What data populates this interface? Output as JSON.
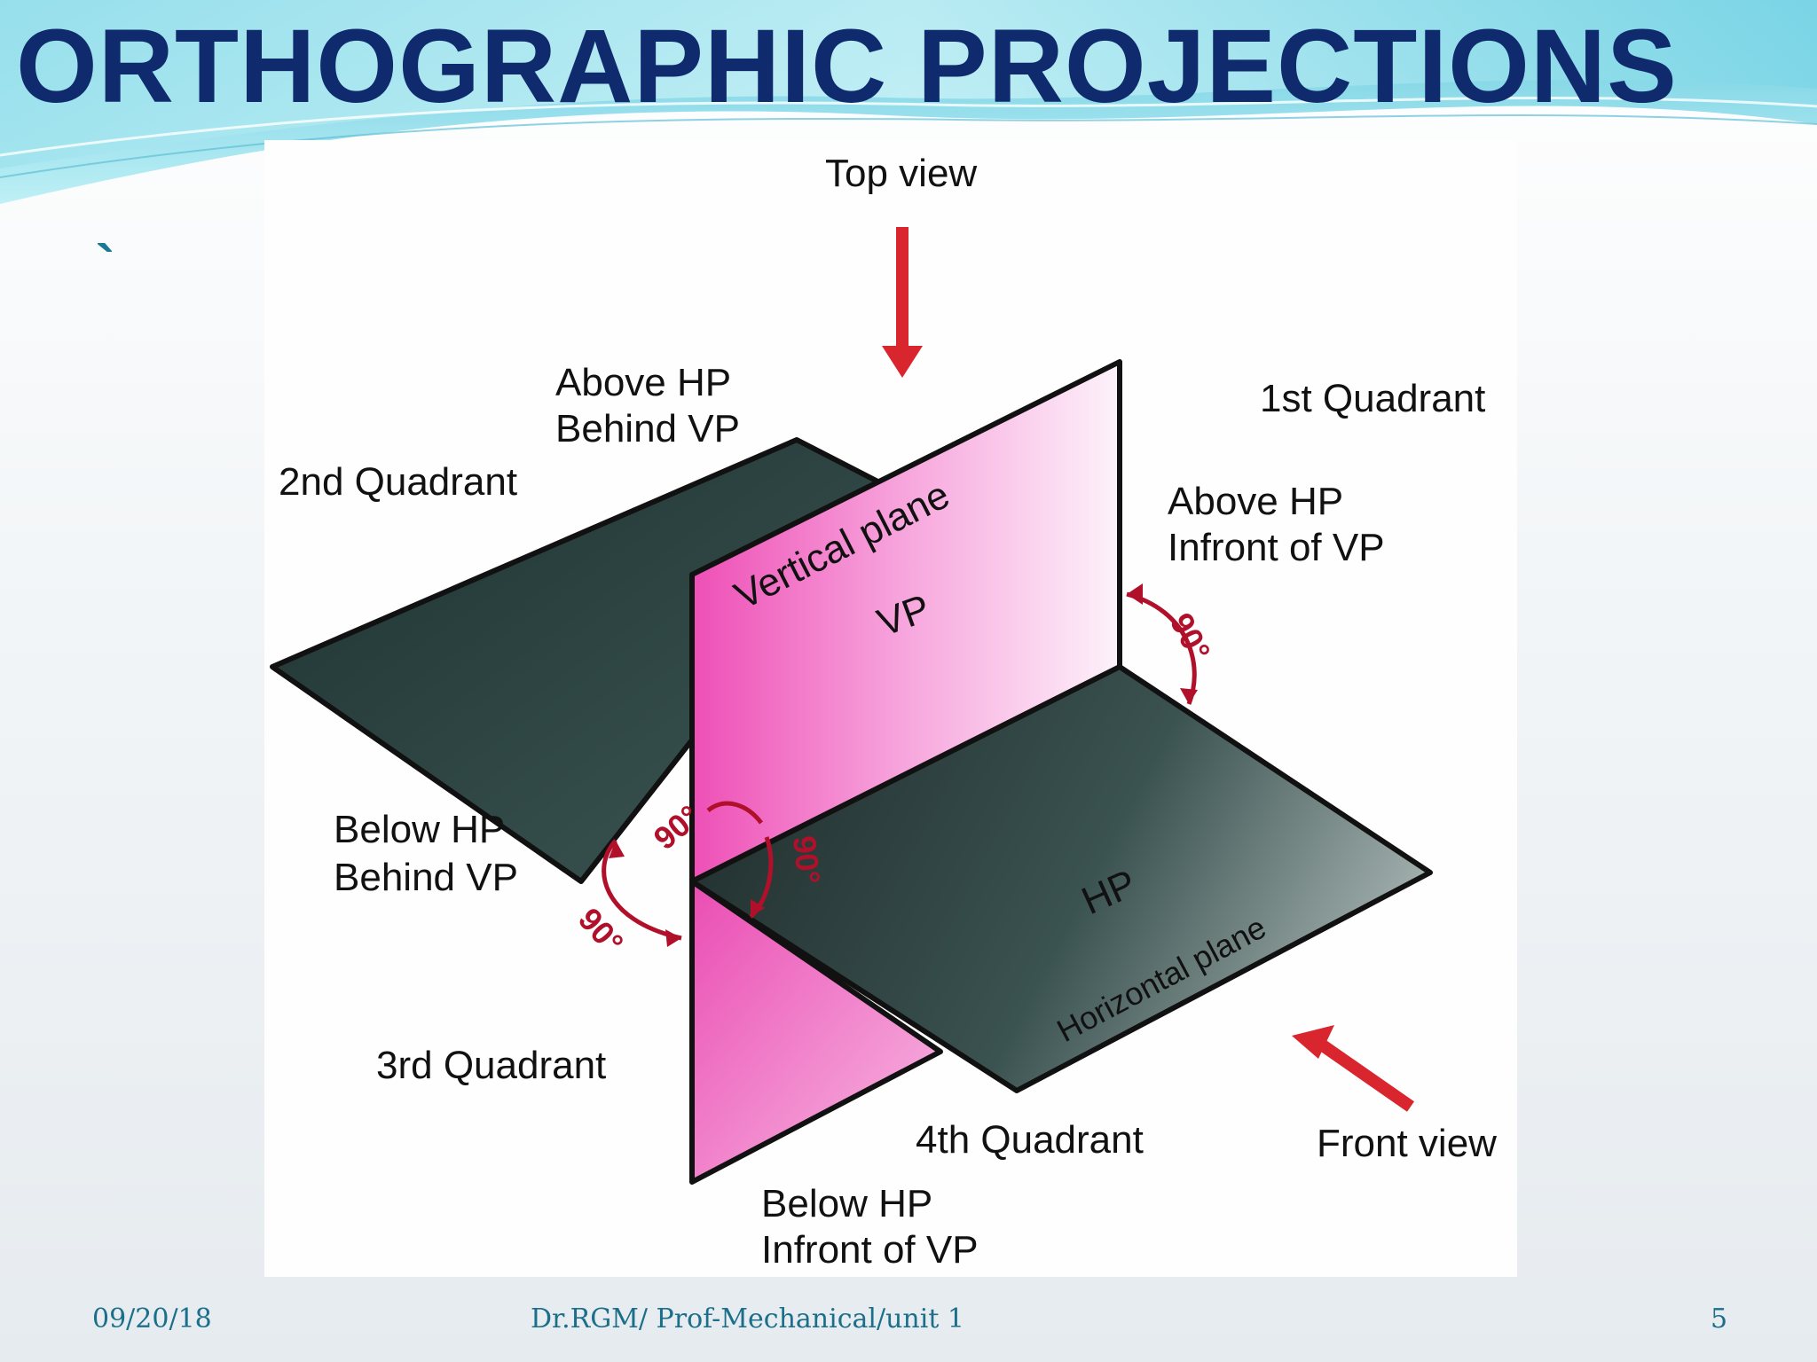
{
  "slide": {
    "title": "ORTHOGRAPHIC PROJECTIONS",
    "bullet": "`"
  },
  "diagram": {
    "top_view": "Top view",
    "front_view": "Front view",
    "q1": "1st Quadrant",
    "q2": "2nd Quadrant",
    "q3": "3rd Quadrant",
    "q4": "4th Quadrant",
    "above_hp_behind_vp": [
      "Above HP",
      "Behind VP"
    ],
    "above_hp_infront_vp": [
      "Above HP",
      "Infront of VP"
    ],
    "below_hp_behind_vp": [
      "Below HP",
      "Behind VP"
    ],
    "below_hp_infront_vp": [
      "Below HP",
      "Infront of  VP"
    ],
    "vp_name": "Vertical plane",
    "vp_abbr": "VP",
    "hp_name": "Horizontal plane",
    "hp_abbr": "HP",
    "angle": "90°",
    "colors": {
      "vertical_plane": "#ee5fc0",
      "horizontal_plane": "#2f4a48",
      "arrow": "#d9262e",
      "angle_arc": "#b1102b",
      "title": "#102a6e"
    }
  },
  "footer": {
    "date": "09/20/18",
    "author": "Dr.RGM/ Prof-Mechanical/unit 1",
    "page": "5"
  }
}
